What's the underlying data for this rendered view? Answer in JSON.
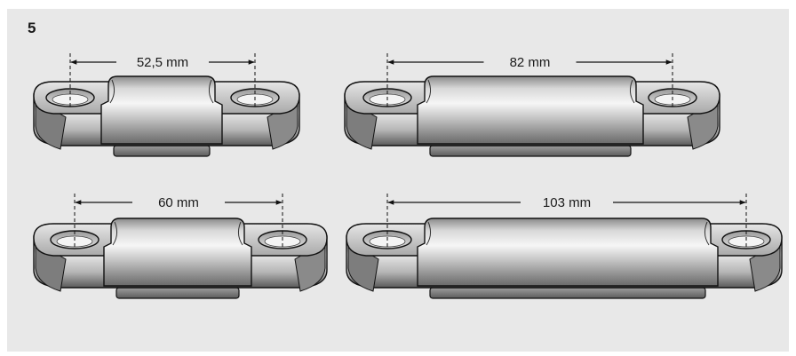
{
  "figure": {
    "number": "5"
  },
  "dimensions": [
    {
      "id": "bracket-1",
      "label": "52,5 mm"
    },
    {
      "id": "bracket-2",
      "label": "82 mm"
    },
    {
      "id": "bracket-3",
      "label": "60 mm"
    },
    {
      "id": "bracket-4",
      "label": "103 mm"
    }
  ],
  "colors": {
    "background_panel": "#e8e8e8",
    "metal_light": "#f2f2f2",
    "metal_mid": "#bdbdbd",
    "metal_dark": "#555555",
    "outline": "#111111"
  }
}
